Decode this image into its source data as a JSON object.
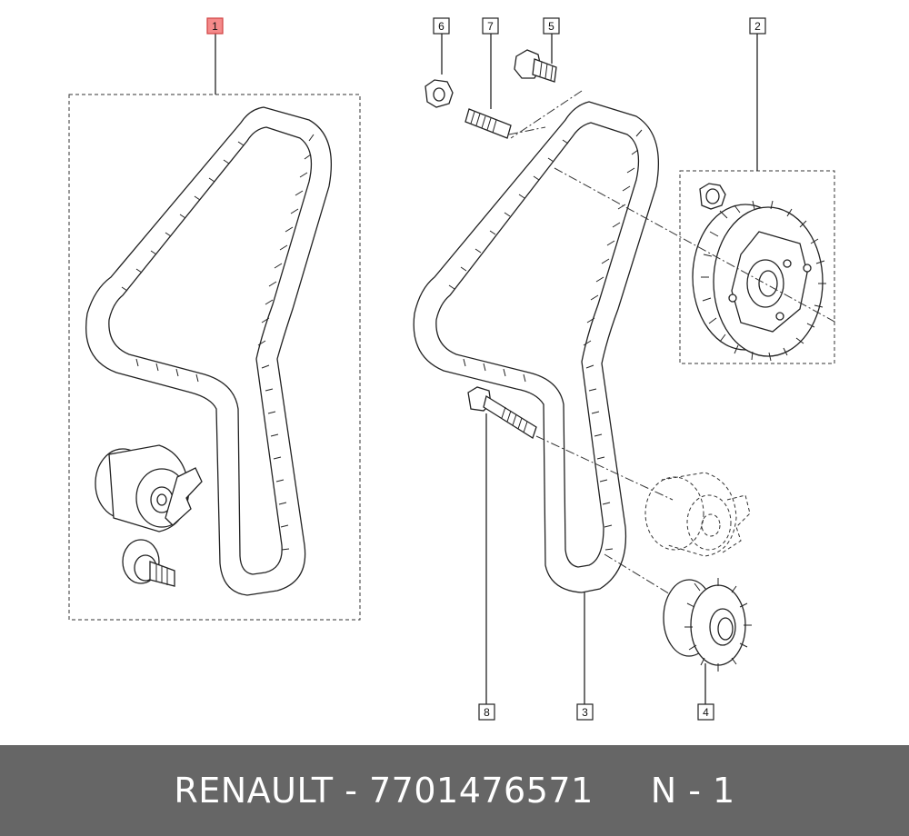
{
  "callouts": [
    {
      "id": "1",
      "label": "1",
      "highlight": true
    },
    {
      "id": "2",
      "label": "2",
      "highlight": false
    },
    {
      "id": "3",
      "label": "3",
      "highlight": false
    },
    {
      "id": "4",
      "label": "4",
      "highlight": false
    },
    {
      "id": "5",
      "label": "5",
      "highlight": false
    },
    {
      "id": "6",
      "label": "6",
      "highlight": false
    },
    {
      "id": "7",
      "label": "7",
      "highlight": false
    },
    {
      "id": "8",
      "label": "8",
      "highlight": false
    }
  ],
  "footer": {
    "brand": "RENAULT",
    "separator": " - ",
    "part_number": "7701476571",
    "position": "N - 1"
  },
  "colors": {
    "highlight": "#f48a8a",
    "footer_bg": "#666666",
    "footer_text": "#ffffff"
  }
}
